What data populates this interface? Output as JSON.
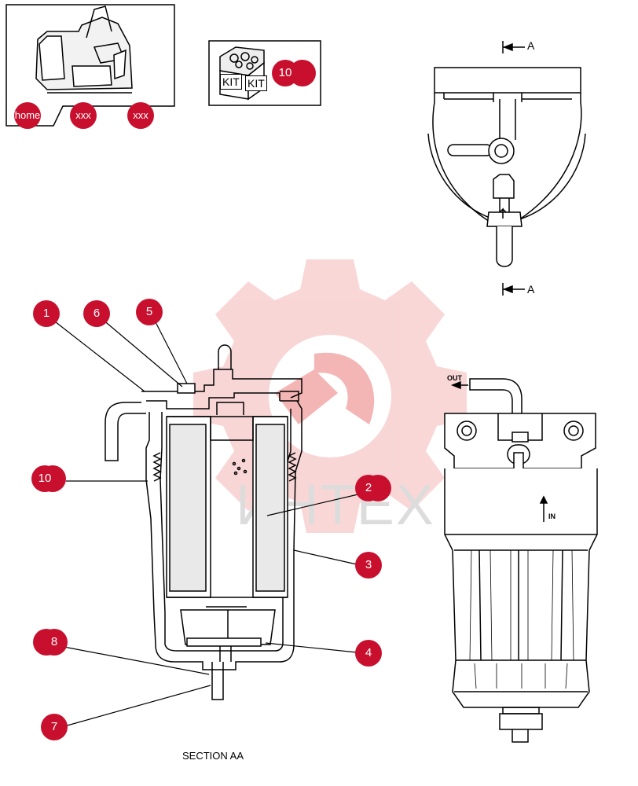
{
  "nav": {
    "home_label": "home",
    "xxx1_label": "xxx",
    "xxx2_label": "xxx"
  },
  "kit": {
    "label_a": "KIT",
    "label_b": "KIT",
    "badge": "10"
  },
  "section_marker": {
    "letter_top": "A",
    "letter_bottom": "A"
  },
  "flow": {
    "out_label": "OUT",
    "in_label": "IN"
  },
  "watermark": {
    "text": "ИНТЕХ"
  },
  "callouts": {
    "c1": "1",
    "c2": "2",
    "c3": "3",
    "c4": "4",
    "c5": "5",
    "c6": "6",
    "c7": "7",
    "c8": "8",
    "c10": "10"
  },
  "caption": "SECTION AA",
  "colors": {
    "callout": "#c8102e",
    "watermark_gear": "#f7c5c5",
    "line": "#000000"
  }
}
